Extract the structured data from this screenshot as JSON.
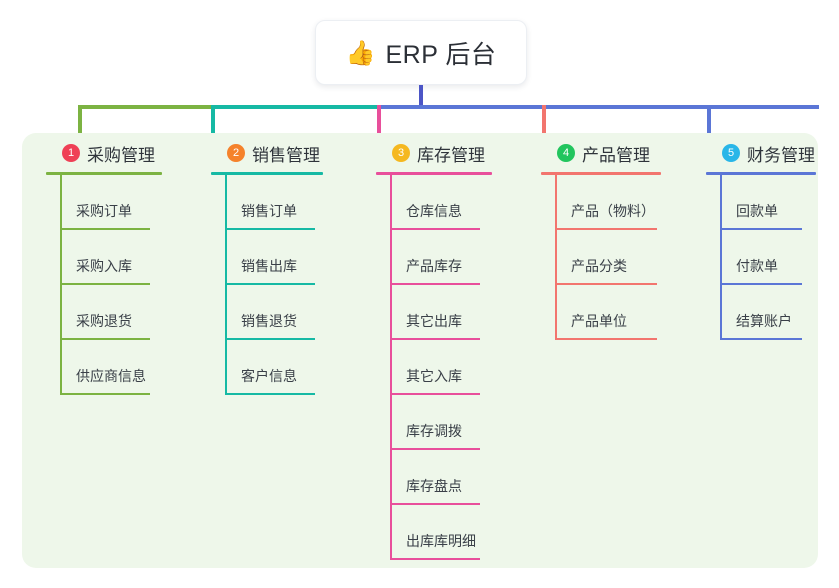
{
  "root": {
    "emoji": "👍",
    "icon_name": "thumbs-up-emoji",
    "title": "ERP 后台"
  },
  "colors": {
    "panel_background": "#eef7ea",
    "root_stem": "#4c55c6",
    "columns": [
      "#7cb342",
      "#16b9a4",
      "#e84f9b",
      "#f2756e",
      "#5b76d6"
    ],
    "badges": [
      "#ef4056",
      "#f5822b",
      "#f5b820",
      "#22c55e",
      "#29b6e8"
    ]
  },
  "columns": [
    {
      "index": "1",
      "title": "采购管理",
      "color": "#7cb342",
      "badge_color": "#ef4056",
      "items": [
        "采购订单",
        "采购入库",
        "采购退货",
        "供应商信息"
      ]
    },
    {
      "index": "2",
      "title": "销售管理",
      "color": "#16b9a4",
      "badge_color": "#f5822b",
      "items": [
        "销售订单",
        "销售出库",
        "销售退货",
        "客户信息"
      ]
    },
    {
      "index": "3",
      "title": "库存管理",
      "color": "#e84f9b",
      "badge_color": "#f5b820",
      "items": [
        "仓库信息",
        "产品库存",
        "其它出库",
        "其它入库",
        "库存调拨",
        "库存盘点",
        "出库库明细"
      ]
    },
    {
      "index": "4",
      "title": "产品管理",
      "color": "#f2756e",
      "badge_color": "#22c55e",
      "items": [
        "产品（物料）",
        "产品分类",
        "产品单位"
      ]
    },
    {
      "index": "5",
      "title": "财务管理",
      "color": "#5b76d6",
      "badge_color": "#29b6e8",
      "items": [
        "回款单",
        "付款单",
        "结算账户"
      ]
    }
  ]
}
